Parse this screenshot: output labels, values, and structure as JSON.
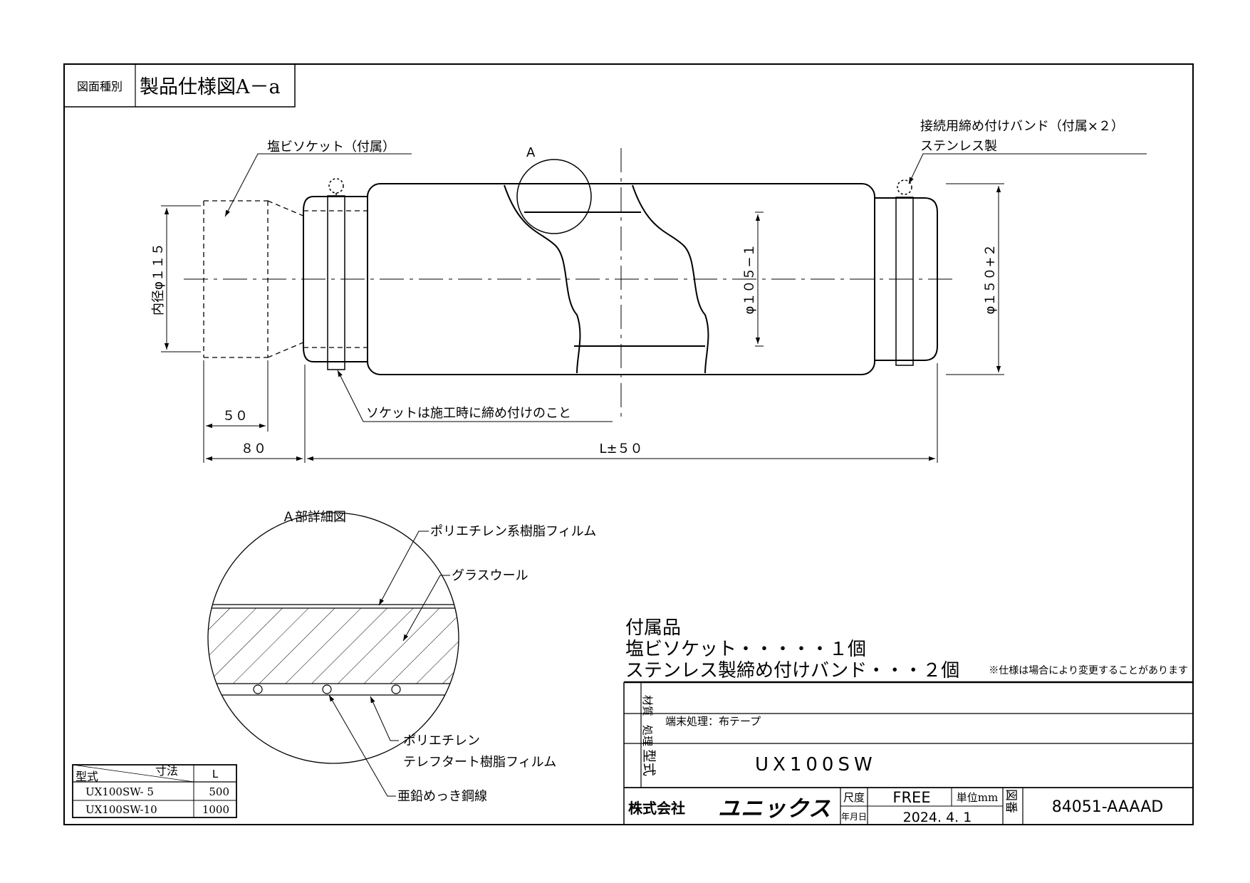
{
  "drawing_type": {
    "label": "図面種別",
    "value": "製品仕様図A－a"
  },
  "main_view": {
    "socket_callout": "塩ビソケット（付属）",
    "detail_marker": "A",
    "band_callout_line1": "接続用締め付けバンド（付属×２）",
    "band_callout_line2": "ステンレス製",
    "inner_diameter": "内径φ１１５",
    "dim_core": "φ１０５−１",
    "dim_outer": "φ１５０+２",
    "socket_note": "ソケットは施工時に締め付けのこと",
    "dim_50": "５０",
    "dim_80": "８０",
    "dim_length": "L±５０"
  },
  "detail_view": {
    "title": "Ａ部詳細図",
    "film_label": "ポリエチレン系樹脂フィルム",
    "glasswool_label": "グラスウール",
    "pet_label_line1": "ポリエチレン",
    "pet_label_line2": "テレフタート樹脂フィルム",
    "wire_label": "亜鉛めっき鋼線"
  },
  "accessories": {
    "title": "付属品",
    "item1": "塩ビソケット・・・・・１個",
    "item2": "ステンレス製締め付けバンド・・・２個",
    "spec_note": "※仕様は場合により変更することがあります"
  },
  "size_table": {
    "header_type": "型式",
    "header_dim": "寸法",
    "header_l": "L",
    "rows": [
      {
        "model": "UX100SW- 5",
        "length": "500"
      },
      {
        "model": "UX100SW-10",
        "length": "1000"
      }
    ]
  },
  "title_block": {
    "material_label": "材質",
    "material_value": "",
    "treatment_label": "処理",
    "treatment_value": "端末処理：布テープ",
    "model_label": "型式",
    "model_value": "UX100SW",
    "company_prefix": "株式会社",
    "company_logo": "ユニックス",
    "scale_label": "尺度",
    "scale_value": "FREE",
    "unit_label": "単位mm",
    "date_label": "年月日",
    "date_value": "2024. 4. 1",
    "drawing_no_label": "図番",
    "drawing_no_value": "84051-AAAAD"
  }
}
